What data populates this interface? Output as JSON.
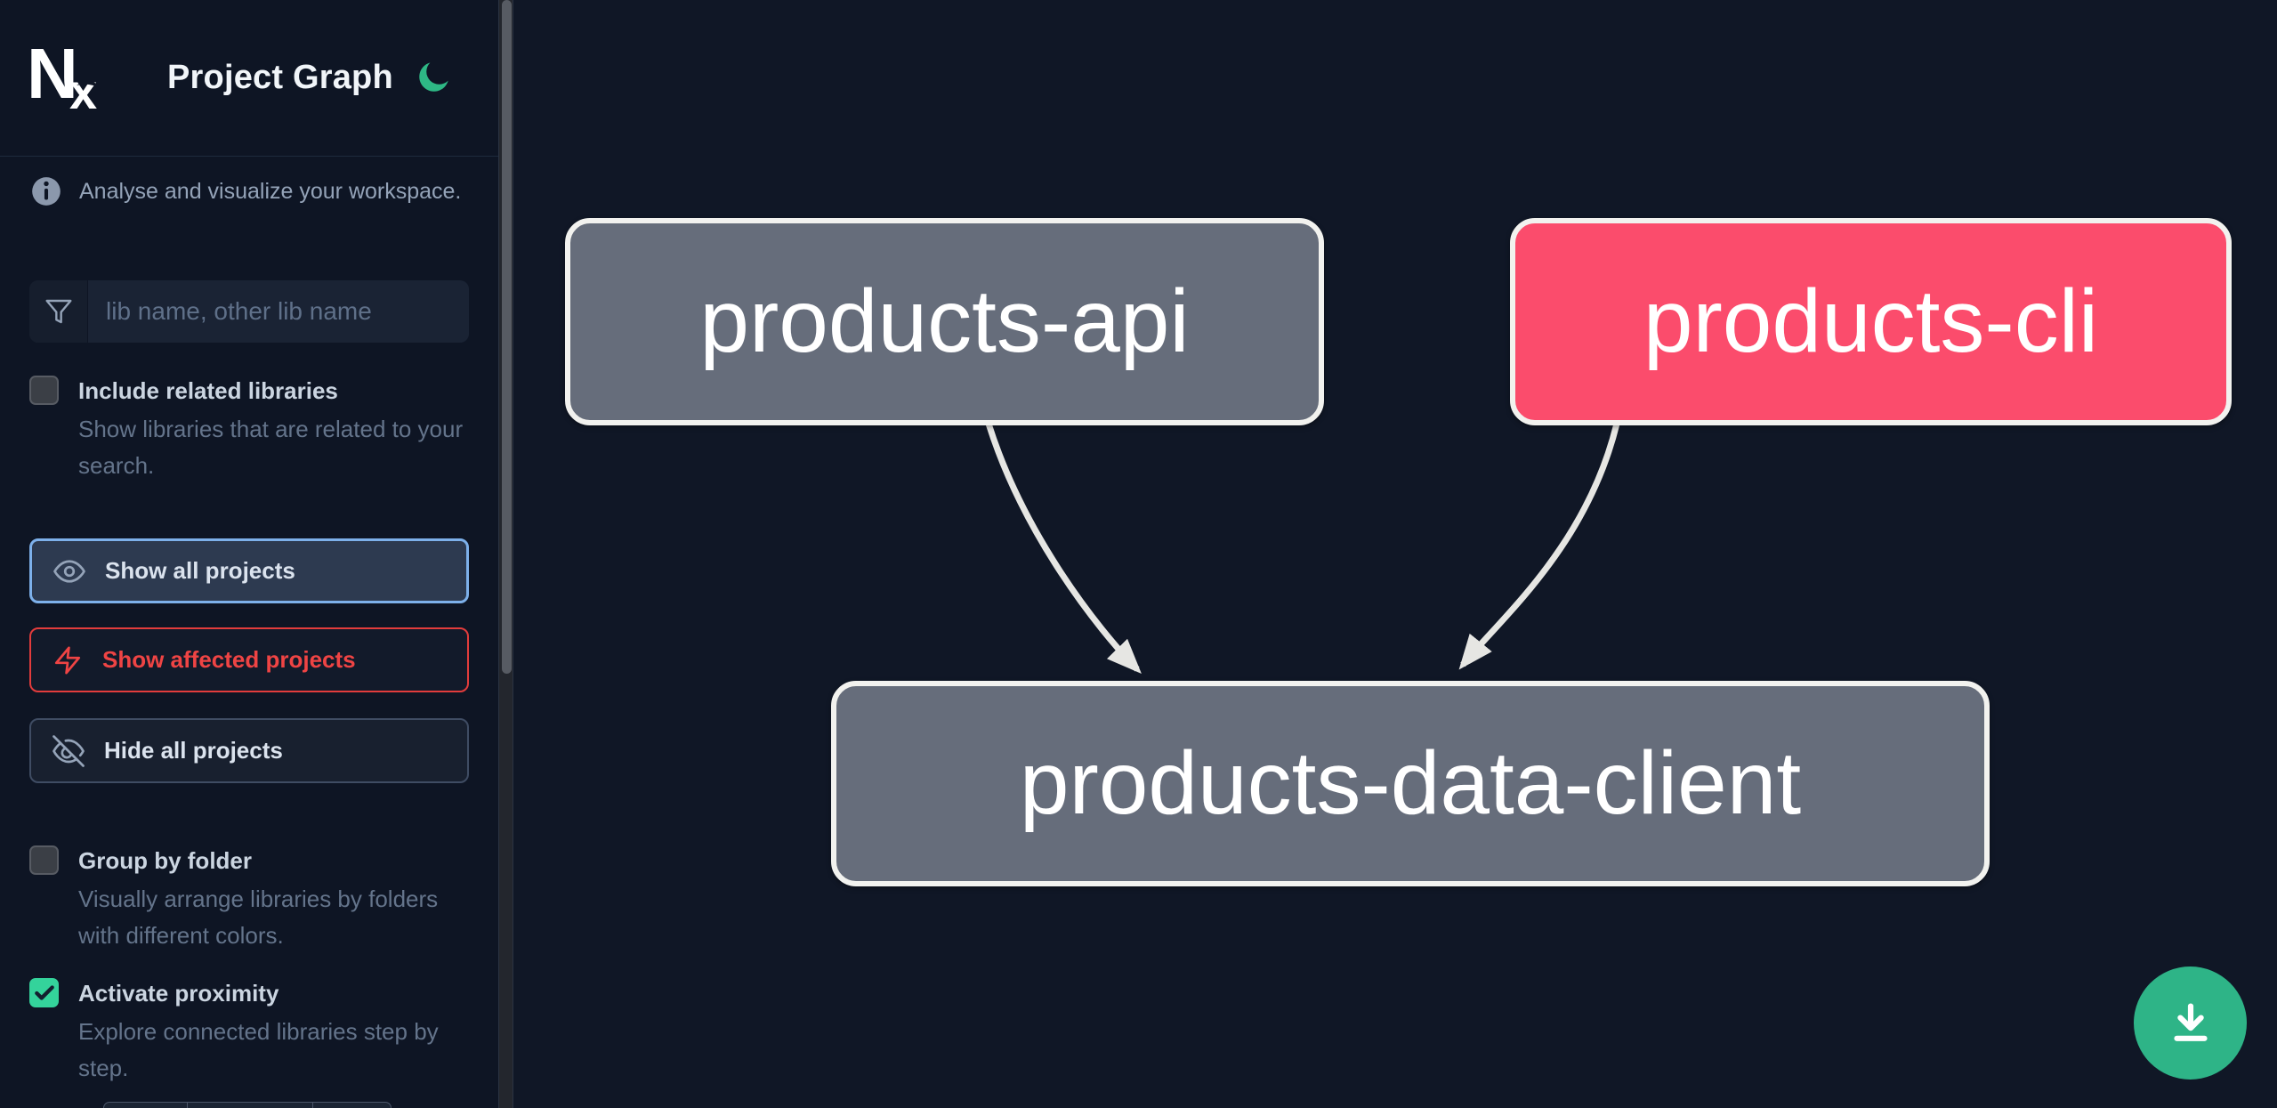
{
  "header": {
    "logo": "Nx",
    "title": "Project Graph"
  },
  "theme": {
    "mode": "dark"
  },
  "sidebar": {
    "tagline": "Analyse and visualize your workspace.",
    "search": {
      "placeholder": "lib name, other lib name"
    },
    "include_related": {
      "label": "Include related libraries",
      "description": "Show libraries that are related to your search.",
      "checked": false
    },
    "actions": [
      {
        "label": "Show all projects",
        "state": "selected"
      },
      {
        "label": "Show affected projects",
        "state": "affected"
      },
      {
        "label": "Hide all projects",
        "state": "default"
      }
    ],
    "group_by_folder": {
      "label": "Group by folder",
      "description": "Visually arrange libraries by folders with different colors.",
      "checked": false
    },
    "activate_proximity": {
      "label": "Activate proximity",
      "description": "Explore connected libraries step by step.",
      "checked": true
    }
  },
  "graph": {
    "nodes": [
      {
        "label": "products-api",
        "status": "normal"
      },
      {
        "label": "products-cli",
        "status": "affected"
      },
      {
        "label": "products-data-client",
        "status": "normal"
      }
    ],
    "edges": [
      {
        "from": "products-api",
        "to": "products-data-client"
      },
      {
        "from": "products-cli",
        "to": "products-data-client"
      }
    ]
  },
  "colors": {
    "sidebar_bg": "#0e1524",
    "canvas_bg": "#101726",
    "node_normal": "#666d7b",
    "node_affected": "#fb4c6c",
    "node_border": "#f2f2ef",
    "edge": "#e6e6e3",
    "selected_button_border": "#7db0ea",
    "affected_red": "#ef4444",
    "checkbox_checked": "#34d39b",
    "moon_green": "#2eb885",
    "fab_green": "#2eb487"
  }
}
